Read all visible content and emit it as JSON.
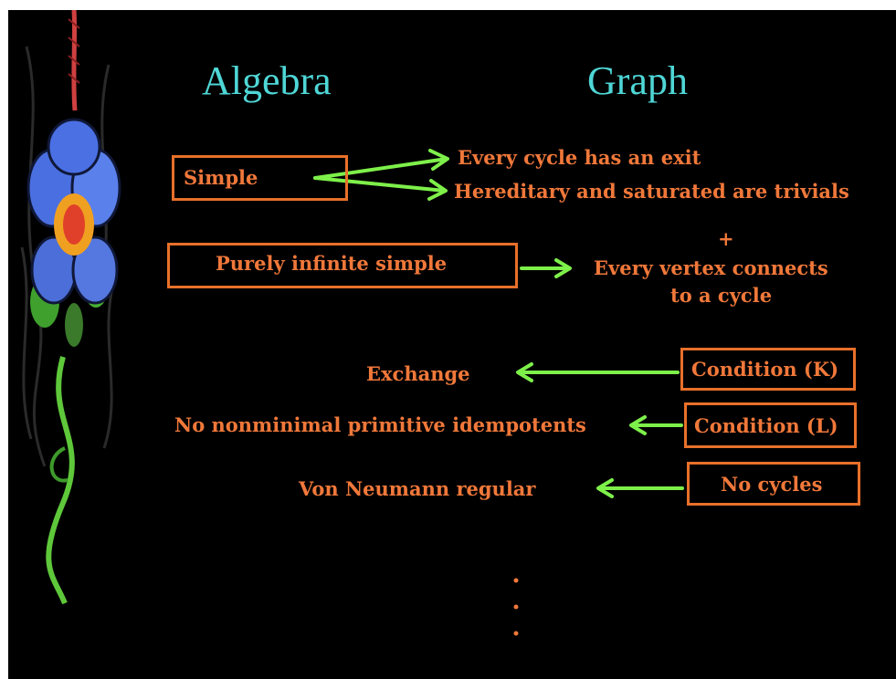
{
  "colors": {
    "background": "#000000",
    "heading": "#4fd6d6",
    "text": "#f0783a",
    "box": "#e8702a",
    "arrow": "#7ef04a"
  },
  "headings": {
    "algebra": "Algebra",
    "graph": "Graph"
  },
  "rows": {
    "simple": {
      "left": "Simple",
      "right_1": "Every cycle has an exit",
      "right_2": "Hereditary and saturated are trivials"
    },
    "purely_infinite": {
      "left": "Purely infinite simple",
      "plus": "+",
      "right_1": "Every vertex connects",
      "right_2": "to a cycle"
    },
    "exchange": {
      "left": "Exchange",
      "right": "Condition (K)"
    },
    "idempotents": {
      "left": "No nonminimal primitive idempotents",
      "right": "Condition (L)"
    },
    "regular": {
      "left": "Von Neumann regular",
      "right": "No cycles"
    }
  },
  "decoration": {
    "icon": "blue-flower-vine-icon"
  },
  "continuation": {
    "icon": "vertical-ellipsis-icon"
  }
}
